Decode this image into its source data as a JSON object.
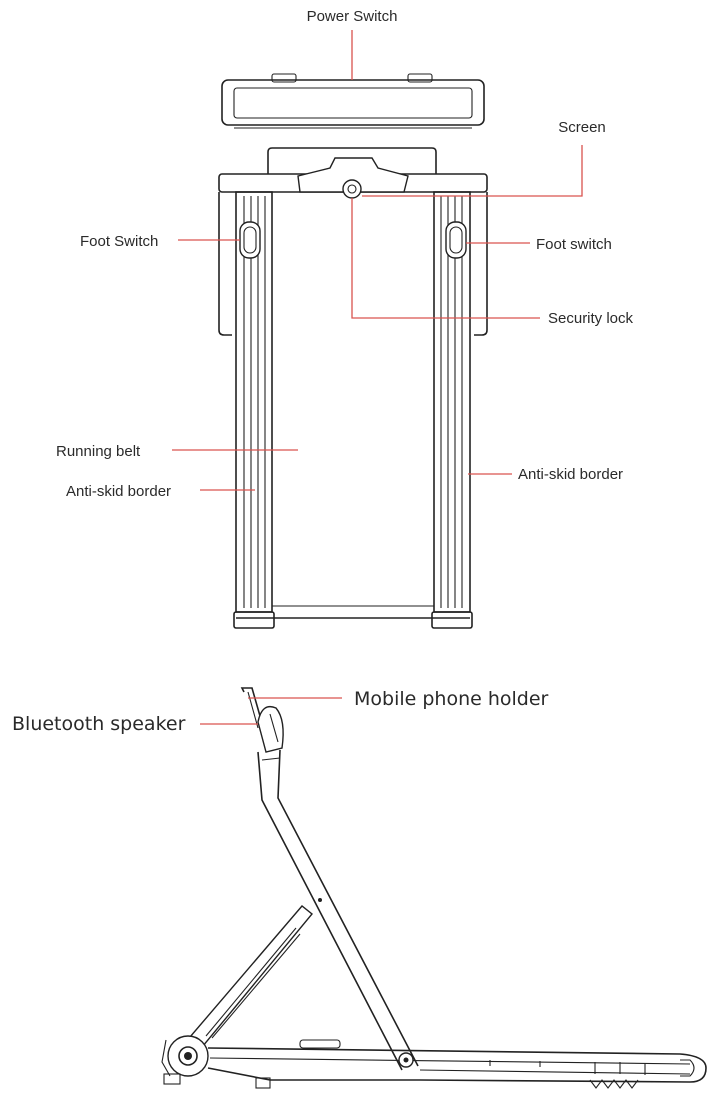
{
  "labels": {
    "power_switch": "Power Switch",
    "screen": "Screen",
    "foot_switch_left": "Foot Switch",
    "foot_switch_right": "Foot switch",
    "security_lock": "Security lock",
    "running_belt": "Running belt",
    "anti_skid_left": "Anti-skid border",
    "anti_skid_right": "Anti-skid border",
    "mobile_phone_holder": "Mobile phone holder",
    "bluetooth_speaker": "Bluetooth speaker"
  },
  "colors": {
    "callout_line": "#d9534f",
    "drawing_line": "#222222",
    "text": "#2a2a2a"
  }
}
